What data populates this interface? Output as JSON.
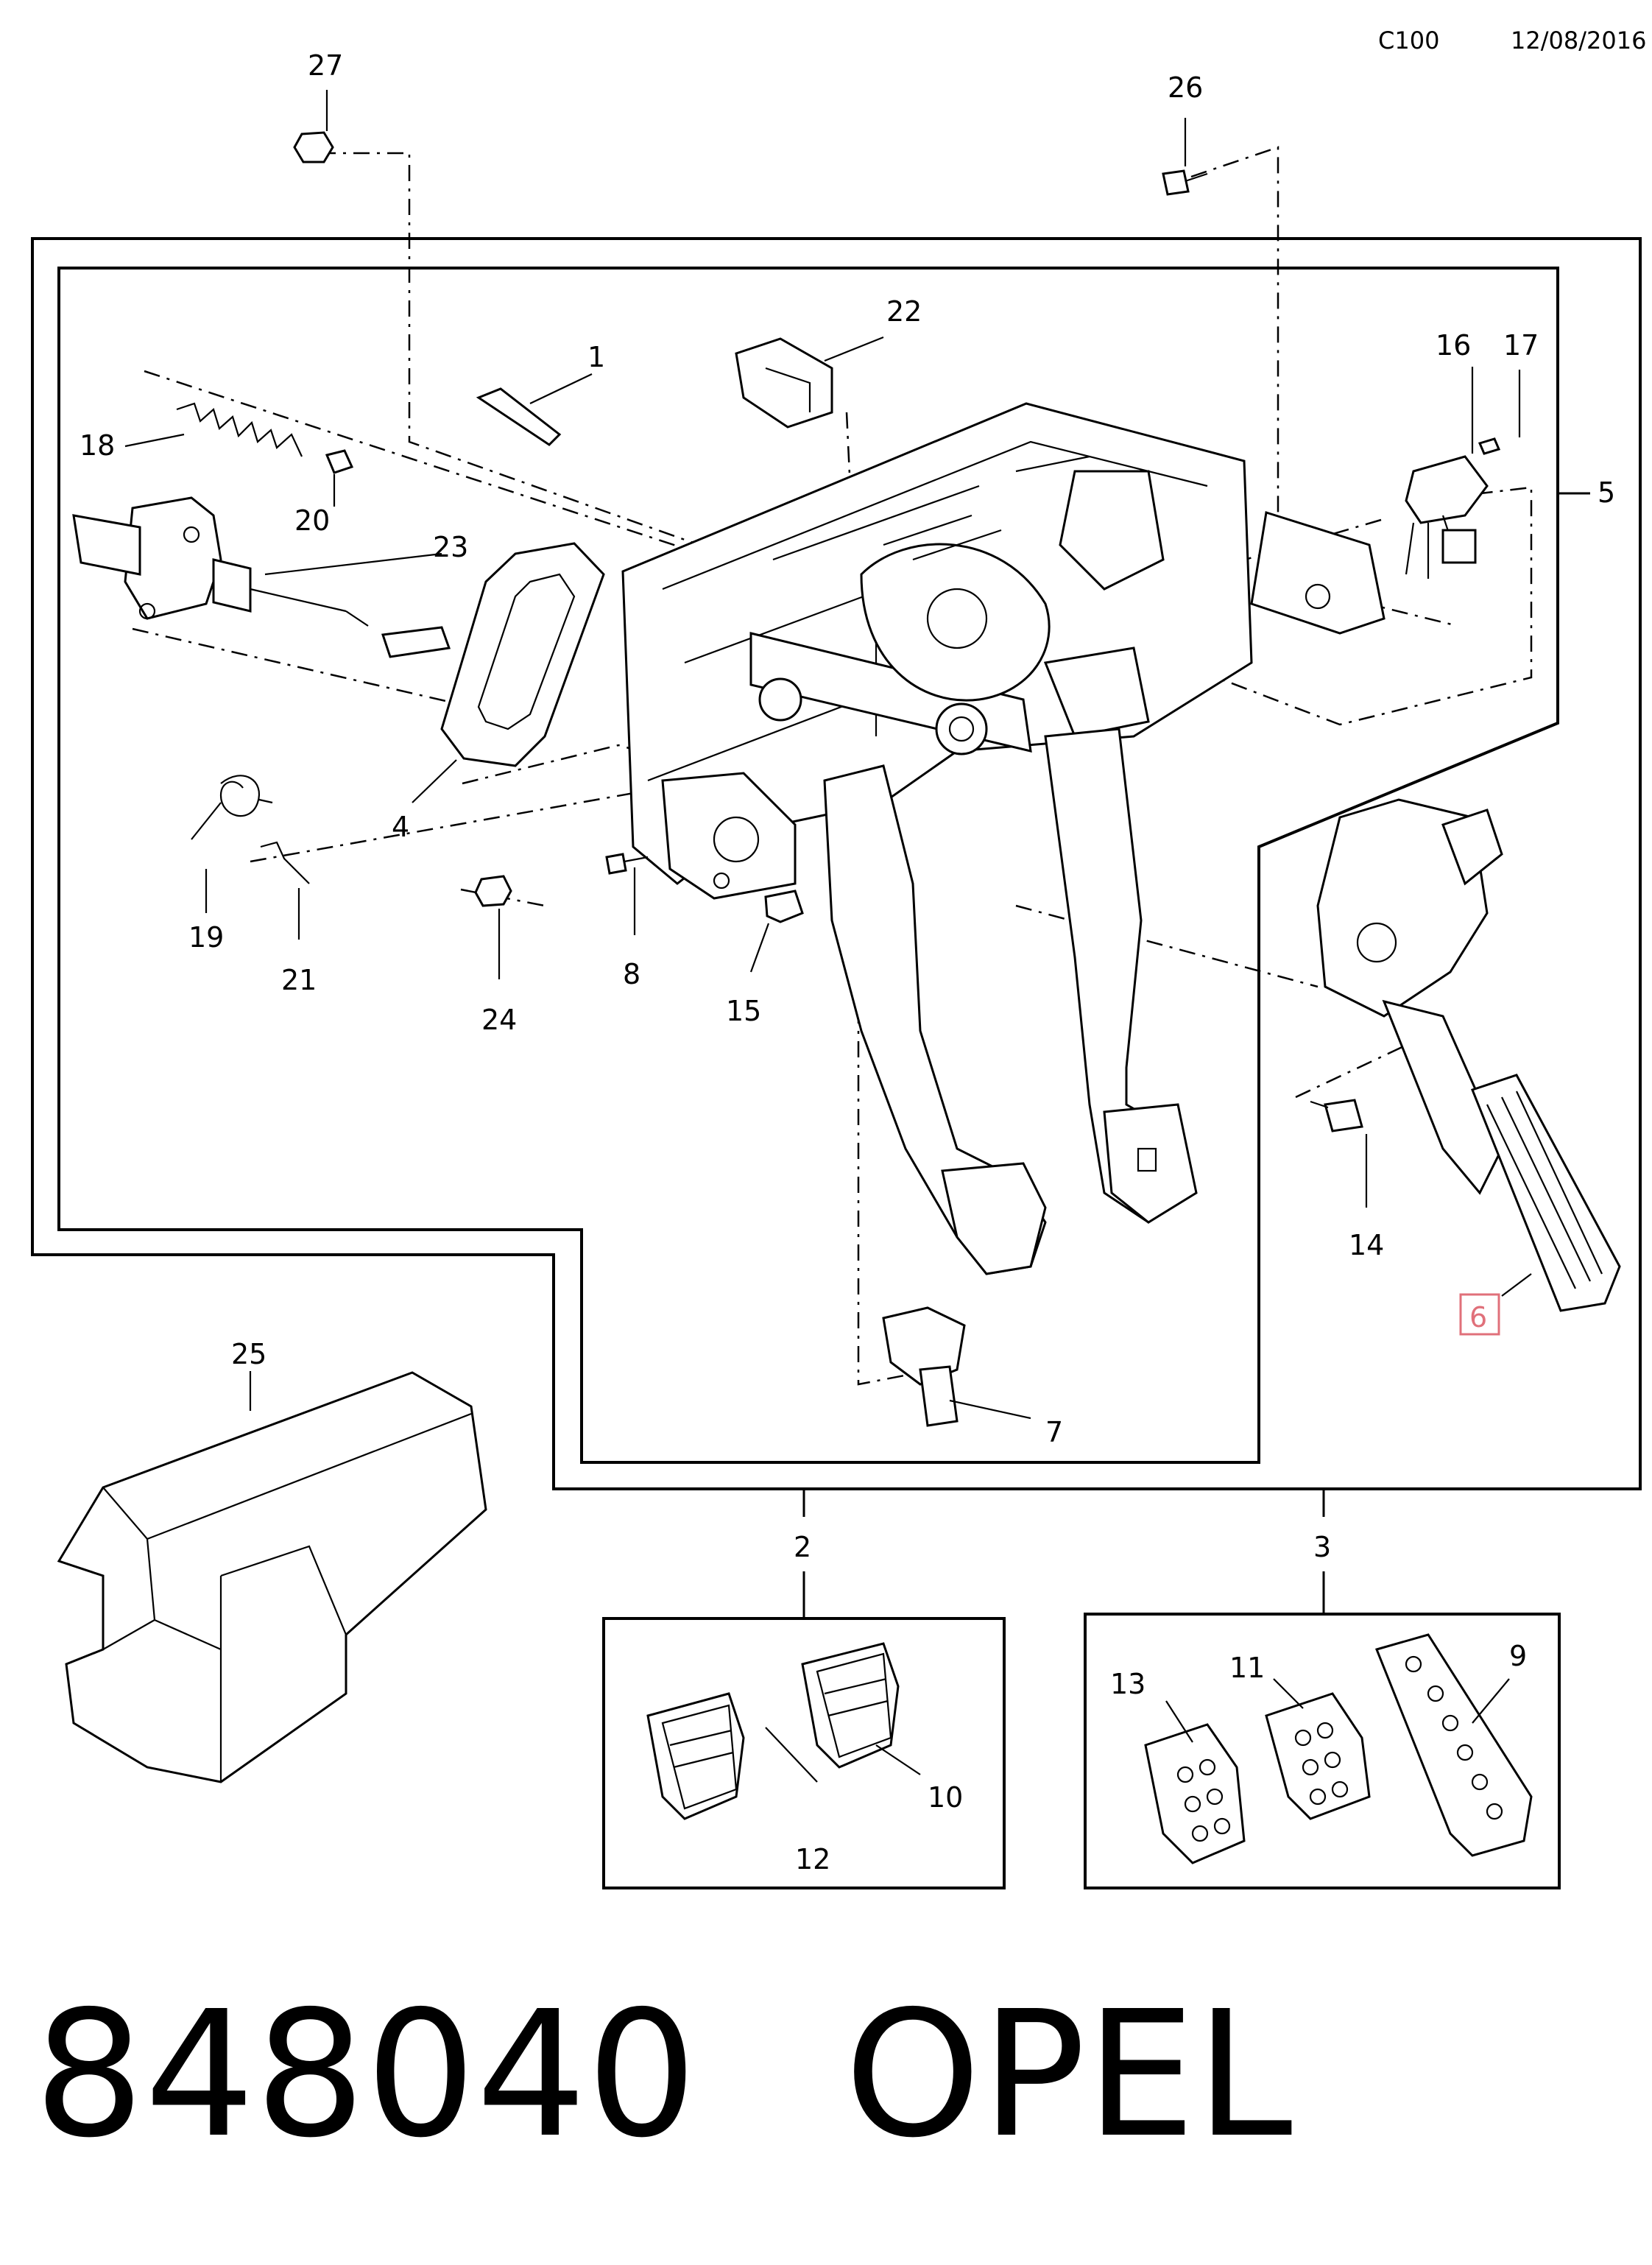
{
  "header": {
    "code": "C100",
    "date": "12/08/2016"
  },
  "footer": {
    "part_number": "848040",
    "brand": "OPEL"
  },
  "highlight_color": "#e0707a",
  "callouts": {
    "c1": "1",
    "c2": "2",
    "c3": "3",
    "c4": "4",
    "c5": "5",
    "c6": "6",
    "c7": "7",
    "c8": "8",
    "c9": "9",
    "c10": "10",
    "c11": "11",
    "c12": "12",
    "c13": "13",
    "c14": "14",
    "c15": "15",
    "c16": "16",
    "c17": "17",
    "c18": "18",
    "c19": "19",
    "c20": "20",
    "c21": "21",
    "c22": "22",
    "c23": "23",
    "c24": "24",
    "c25": "25",
    "c26": "26",
    "c27": "27"
  }
}
